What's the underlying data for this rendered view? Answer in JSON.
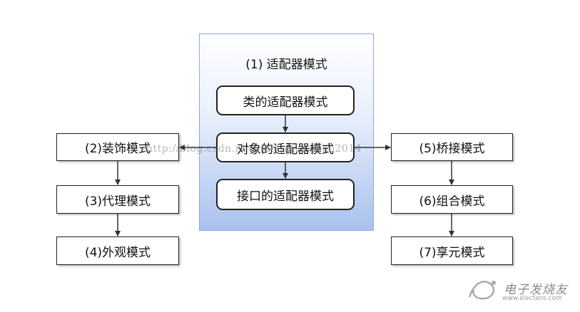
{
  "center_group": {
    "title": "(1) 适配器模式",
    "boxes": [
      "类的适配器模式",
      "对象的适配器模式",
      "接口的适配器模式"
    ]
  },
  "left_chain": [
    "(2)装饰模式",
    "(3)代理模式",
    "(4)外观模式"
  ],
  "right_chain": [
    "(5)桥接模式",
    "(6)组合模式",
    "(7)享元模式"
  ],
  "watermark": "http://blog.csdn.net/liangzhengbao2014",
  "logo": {
    "text": "电子发烧友",
    "url": "www.elecfans.com"
  },
  "colors": {
    "panel_border": "#8fa9d8",
    "panel_gradient_bottom": "#a9c1ef",
    "arrow": "#333333"
  }
}
